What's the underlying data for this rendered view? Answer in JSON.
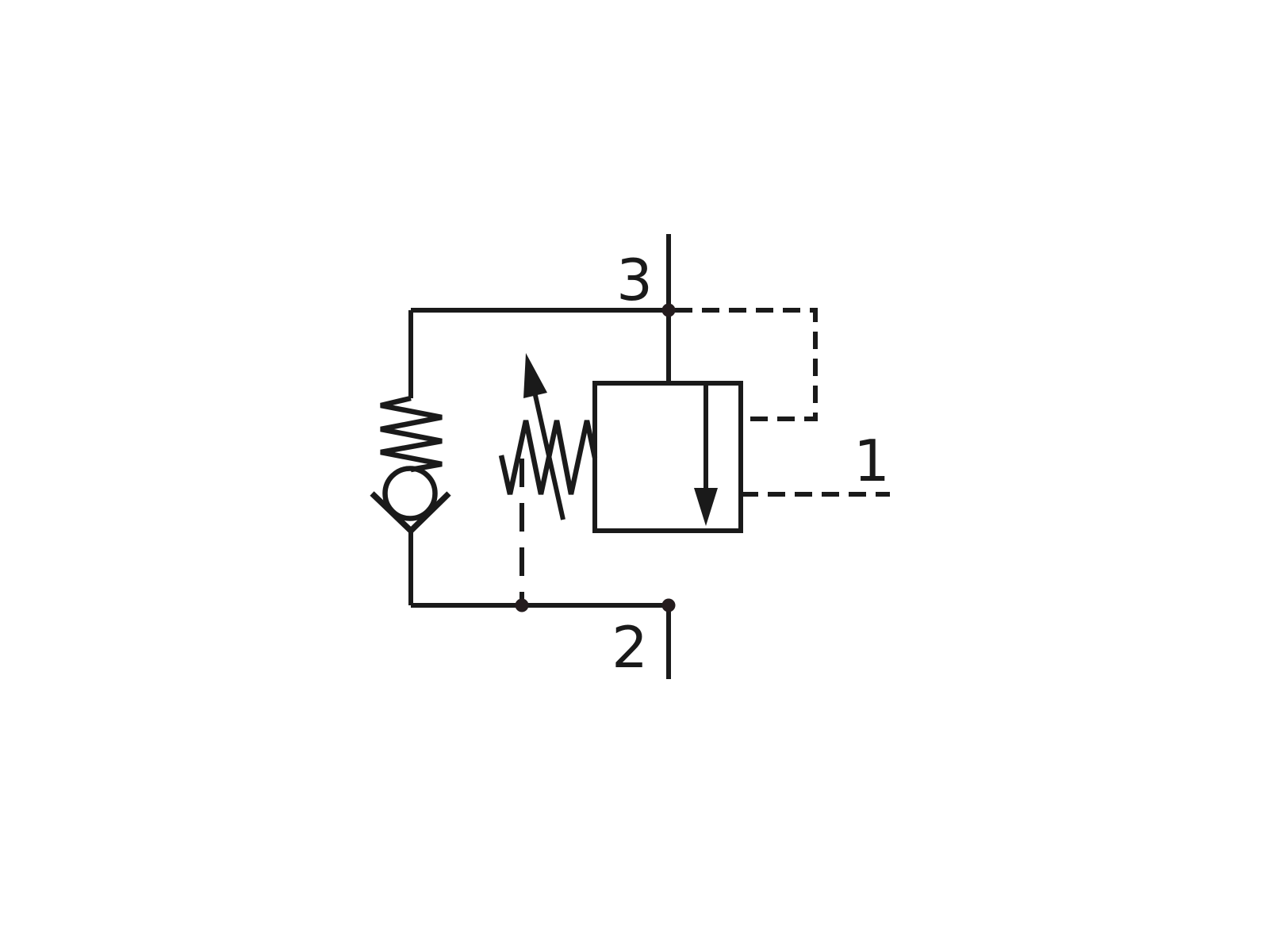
{
  "diagram": {
    "kind": "hydraulic-valve-schematic",
    "description": "Pilot-operated pressure valve symbol with adjustable spring and spring-loaded check-valve bypass",
    "colors": {
      "line": "#1a1a1a",
      "junction_dot": "#241c1e",
      "background": "#ffffff"
    },
    "ports": [
      {
        "id": "3",
        "label": "3",
        "position": "top"
      },
      {
        "id": "1",
        "label": "1",
        "position": "right"
      },
      {
        "id": "2",
        "label": "2",
        "position": "bottom"
      }
    ],
    "components": [
      {
        "name": "check-valve",
        "symbol": "spring over ball in seat"
      },
      {
        "name": "adjustable-spring",
        "symbol": "zigzag spring crossed by setting arrow"
      },
      {
        "name": "valve-envelope",
        "symbol": "square body with downward flow arrow"
      },
      {
        "name": "pilot-lines",
        "symbol": "dashed control lines"
      }
    ]
  }
}
